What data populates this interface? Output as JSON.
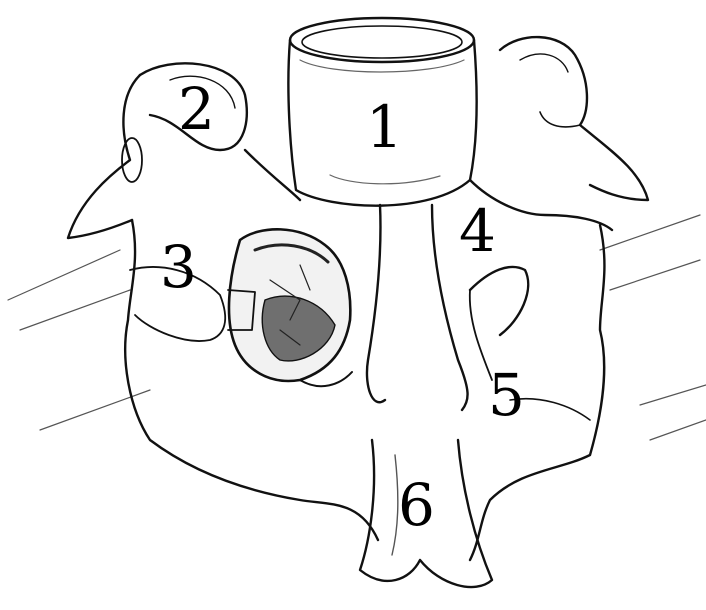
{
  "figure": {
    "subject": "vertebra-sketch",
    "callouts": [
      "1",
      "2",
      "3",
      "4",
      "5",
      "6"
    ],
    "colors": {
      "ink": "#111111",
      "paper": "#ffffff",
      "shade": "#6f6f6f"
    }
  }
}
